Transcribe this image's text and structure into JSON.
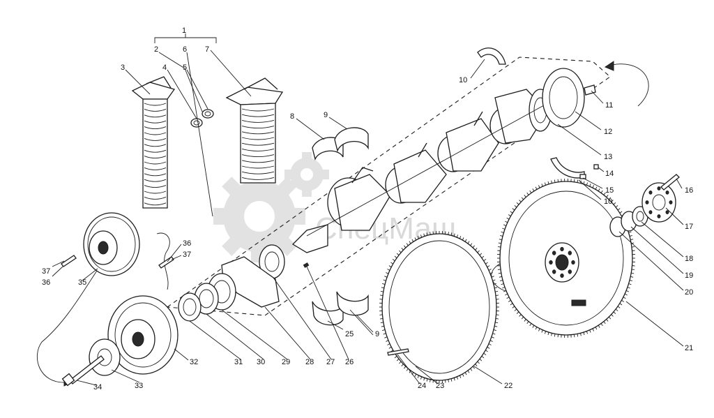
{
  "watermark": {
    "brand": "СпецМаш"
  },
  "callouts": [
    {
      "id": "c1",
      "text": "1"
    },
    {
      "id": "c2",
      "text": "2"
    },
    {
      "id": "c3",
      "text": "3"
    },
    {
      "id": "c4",
      "text": "4"
    },
    {
      "id": "c5",
      "text": "5"
    },
    {
      "id": "c6",
      "text": "6"
    },
    {
      "id": "c7",
      "text": "7"
    },
    {
      "id": "c8",
      "text": "8"
    },
    {
      "id": "c9a",
      "text": "9"
    },
    {
      "id": "c9b",
      "text": "9"
    },
    {
      "id": "c10a",
      "text": "10"
    },
    {
      "id": "c10b",
      "text": "10"
    },
    {
      "id": "c11",
      "text": "11"
    },
    {
      "id": "c12",
      "text": "12"
    },
    {
      "id": "c13",
      "text": "13"
    },
    {
      "id": "c14",
      "text": "14"
    },
    {
      "id": "c15",
      "text": "15"
    },
    {
      "id": "c16",
      "text": "16"
    },
    {
      "id": "c17",
      "text": "17"
    },
    {
      "id": "c18",
      "text": "18"
    },
    {
      "id": "c19",
      "text": "19"
    },
    {
      "id": "c20",
      "text": "20"
    },
    {
      "id": "c21",
      "text": "21"
    },
    {
      "id": "c22",
      "text": "22"
    },
    {
      "id": "c23",
      "text": "23"
    },
    {
      "id": "c24",
      "text": "24"
    },
    {
      "id": "c25",
      "text": "25"
    },
    {
      "id": "c26",
      "text": "26"
    },
    {
      "id": "c27",
      "text": "27"
    },
    {
      "id": "c28",
      "text": "28"
    },
    {
      "id": "c29",
      "text": "29"
    },
    {
      "id": "c30",
      "text": "30"
    },
    {
      "id": "c31",
      "text": "31"
    },
    {
      "id": "c32",
      "text": "32"
    },
    {
      "id": "c33",
      "text": "33"
    },
    {
      "id": "c34",
      "text": "34"
    },
    {
      "id": "c35",
      "text": "35"
    },
    {
      "id": "c36a",
      "text": "36"
    },
    {
      "id": "c36b",
      "text": "36"
    },
    {
      "id": "c37a",
      "text": "37"
    },
    {
      "id": "c37b",
      "text": "37"
    }
  ]
}
